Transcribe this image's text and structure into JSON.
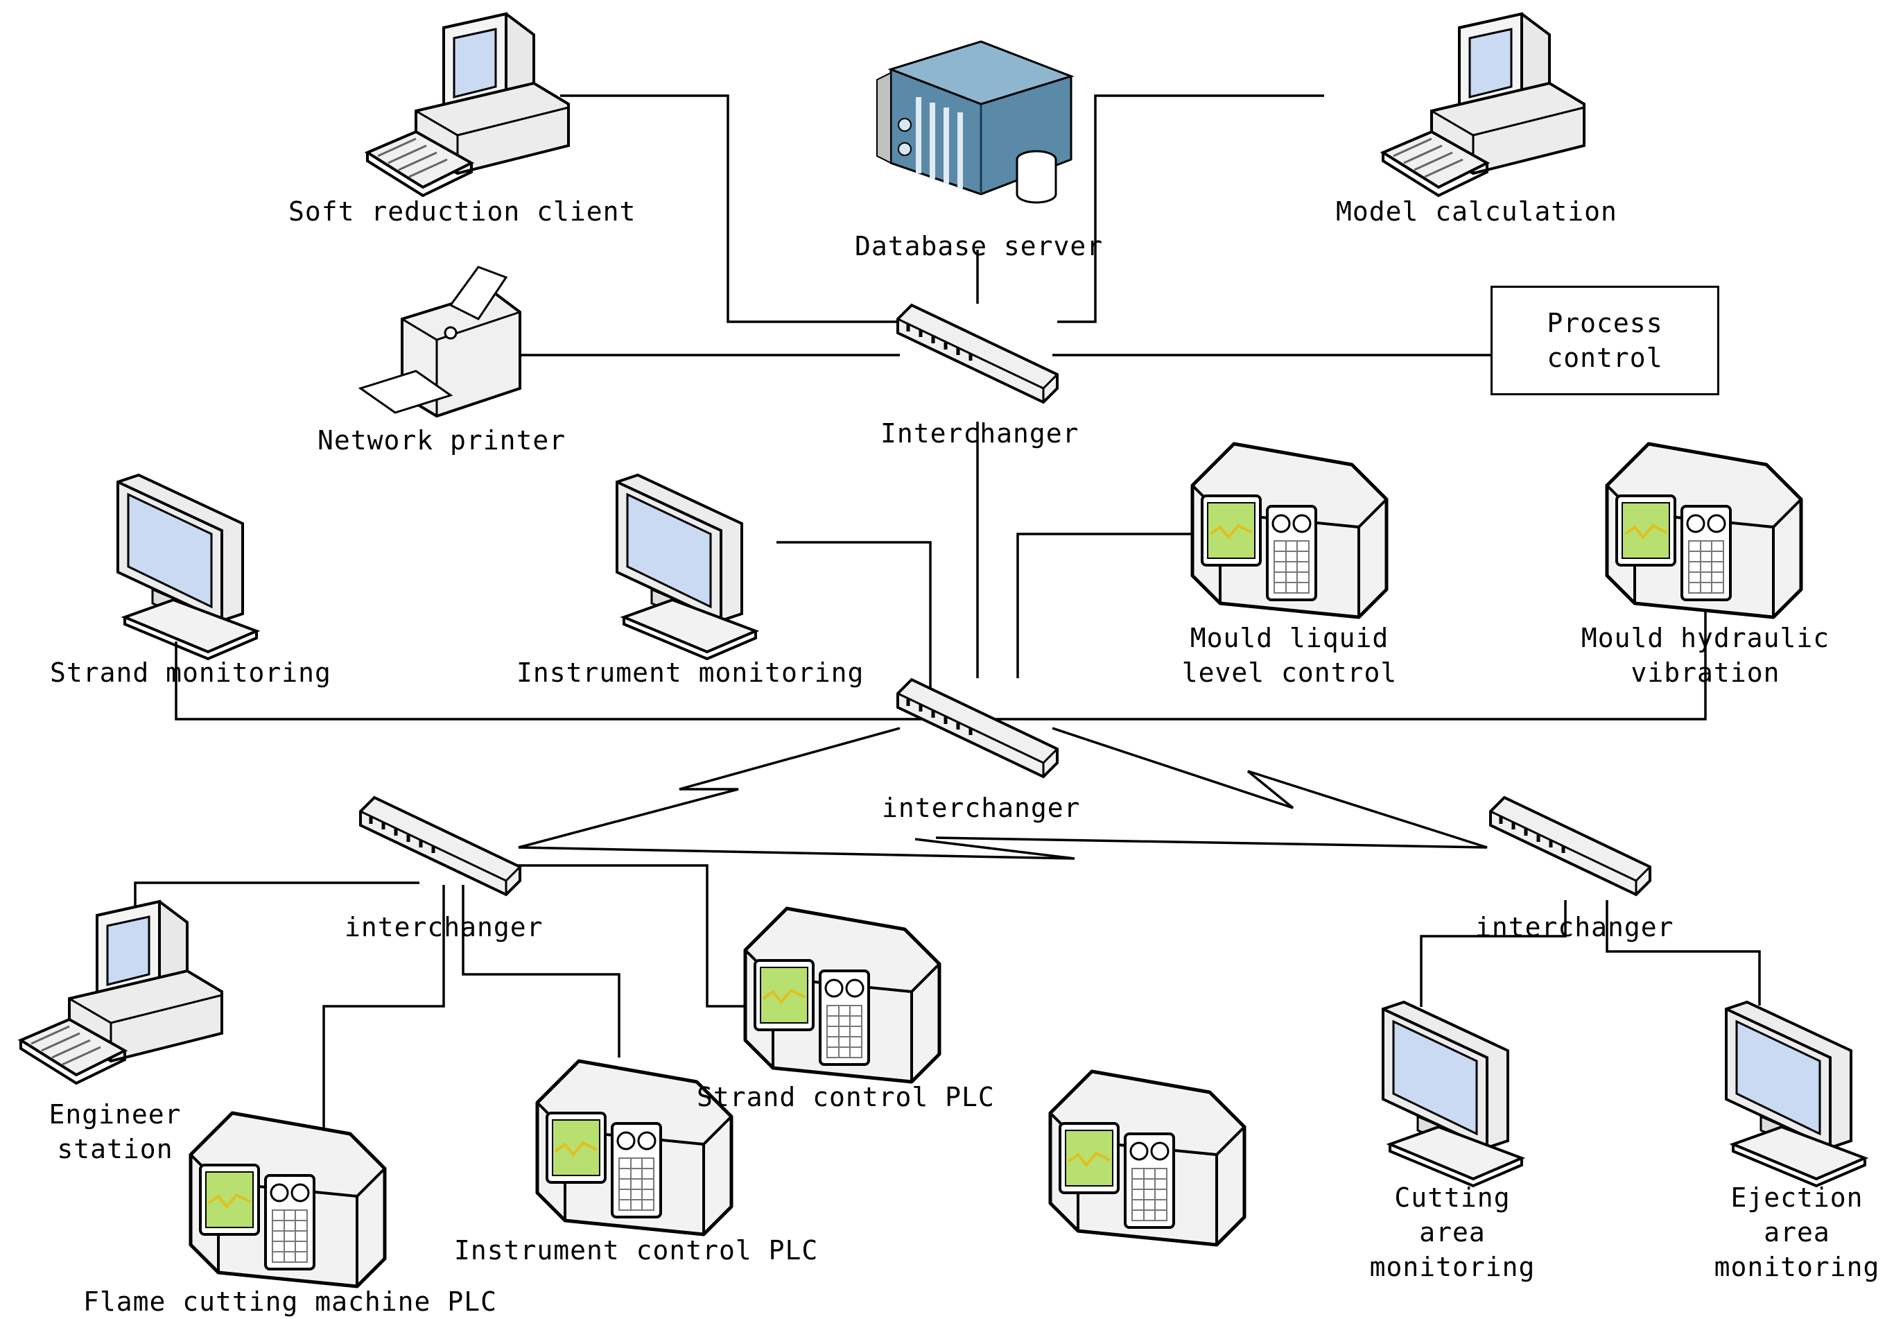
{
  "nodes": {
    "soft_reduction_client": "Soft reduction client",
    "database_server": "Database server",
    "model_calculation": "Model calculation",
    "network_printer": "Network printer",
    "interchanger_top": "Interchanger",
    "process_control": "Process control",
    "strand_monitoring": "Strand monitoring",
    "instrument_monitoring": "Instrument monitoring",
    "mould_liquid_level_control": "Mould liquid level control",
    "mould_hydraulic_vibration": "Mould hydraulic vibration",
    "interchanger_mid": "interchanger",
    "interchanger_left": "interchanger",
    "interchanger_right": "interchanger",
    "engineer_station": "Engineer station",
    "strand_control_plc": "Strand control PLC",
    "instrument_control_plc": "Instrument control PLC",
    "flame_cutting_machine_plc": "Flame cutting machine PLC",
    "cutting_area_monitoring": "Cutting area monitoring",
    "ejection_area_monitoring": "Ejection area monitoring"
  },
  "icons": {
    "workstation": "desktop-computer-icon",
    "server": "rack-server-icon",
    "printer": "printer-icon",
    "switch": "network-switch-icon",
    "monitor": "lcd-monitor-icon",
    "plc": "plc-controller-icon"
  },
  "colors": {
    "line": "#000000",
    "device_body": "#f2f2f2",
    "screen": "#c8d8f0",
    "plc_screen": "#b8e070",
    "server_body": "#5a8aa8"
  }
}
